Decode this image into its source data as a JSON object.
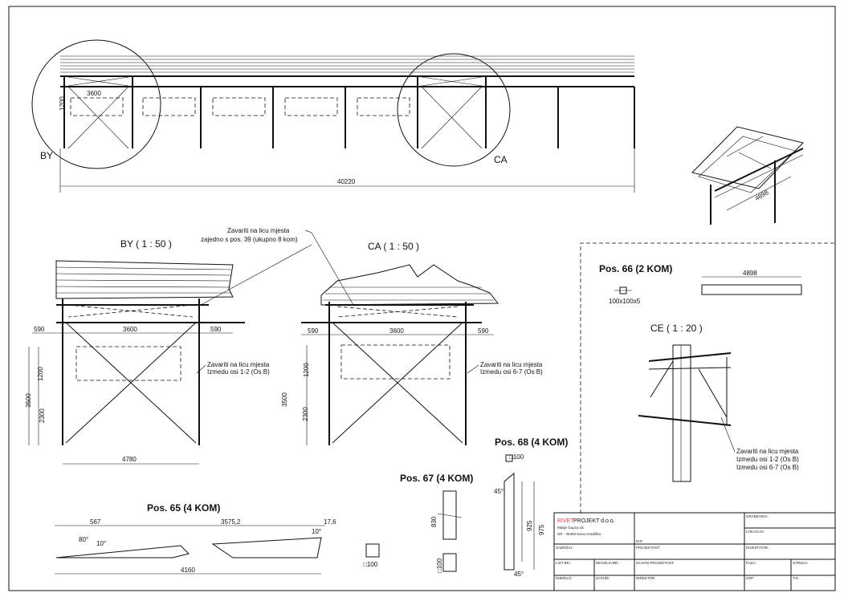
{
  "top_view": {
    "label_by": "BY",
    "label_ca": "CA",
    "dim_total": "40220",
    "dim_bay": "3600",
    "dim_height": "1200",
    "iso_dim": "4898"
  },
  "detail_by": {
    "title": "BY ( 1 : 50 )",
    "note1a": "Zavariti na licu mjesta",
    "note1b": "zajedno s pos. 39 (ukupno 8 kom)",
    "note2a": "Zavariti na licu mjesta",
    "note2b": "Izmedu osi 1-2 (Os B)",
    "d_left": "590",
    "d_mid": "3600",
    "d_right": "590",
    "h1": "1200",
    "h2": "2300",
    "h_total": "3500",
    "w_base": "4780"
  },
  "detail_ca": {
    "title": "CA ( 1 : 50 )",
    "note2a": "Zavariti na licu mjesta",
    "note2b": "Izmedu osi 6-7 (Os B)",
    "d_left": "590",
    "d_mid": "3600",
    "d_right": "590",
    "h1": "1200",
    "h2": "2300",
    "h_total": "3500"
  },
  "pos66": {
    "title": "Pos. 66 (2 KOM)",
    "length": "4898",
    "section": "100x100x5"
  },
  "ce": {
    "title": "CE ( 1 : 20 )",
    "note_a": "Zavariti na licu mjesta",
    "note_b": "Izmedu osi 1-2 (Os B)",
    "note_c": "Izmedu osi 6-7 (Os B)"
  },
  "pos65": {
    "title": "Pos. 65 (4 KOM)",
    "d1": "567",
    "d2": "3575,2",
    "d3": "17,6",
    "total": "4160",
    "angle1": "80°",
    "angle2": "10°",
    "angle3": "10°"
  },
  "pos67": {
    "title": "Pos. 67 (4 KOM)",
    "h": "830",
    "sec1": "□100",
    "sec2": "□100"
  },
  "pos68": {
    "title": "Pos. 68 (4 KOM)",
    "sec": "□100",
    "angle": "45°",
    "d1": "925",
    "d2": "975",
    "angle2": "45°"
  },
  "title_block": {
    "company_red": "RIVET",
    "company_rest": " PROJEKT d.o.o.",
    "addr1": "Matije Gupca 15",
    "addr2": "HR - 35400 Nova Gradiška",
    "mp": "M.P.",
    "gradevina": "GRAĐEVINA:",
    "lokacija": "LOKACIJA:",
    "sadrzaj": "SADRŽAJ:",
    "projektant": "PROJEKTANT:",
    "investitor": "INVESTITOR:",
    "list": "LIST BR.:",
    "revizija": "REVIZIJA BR.:",
    "glavni": "GLAVNI PROJEKTANT:",
    "faza": "FAZA:",
    "struka": "STRUKA:",
    "mjerilo": "MJERILO:",
    "datum": "DATUM:",
    "direktor": "DIREKTOR:",
    "zop": "ZOP:",
    "td": "T.D.",
    "accent": "#e8334a"
  }
}
